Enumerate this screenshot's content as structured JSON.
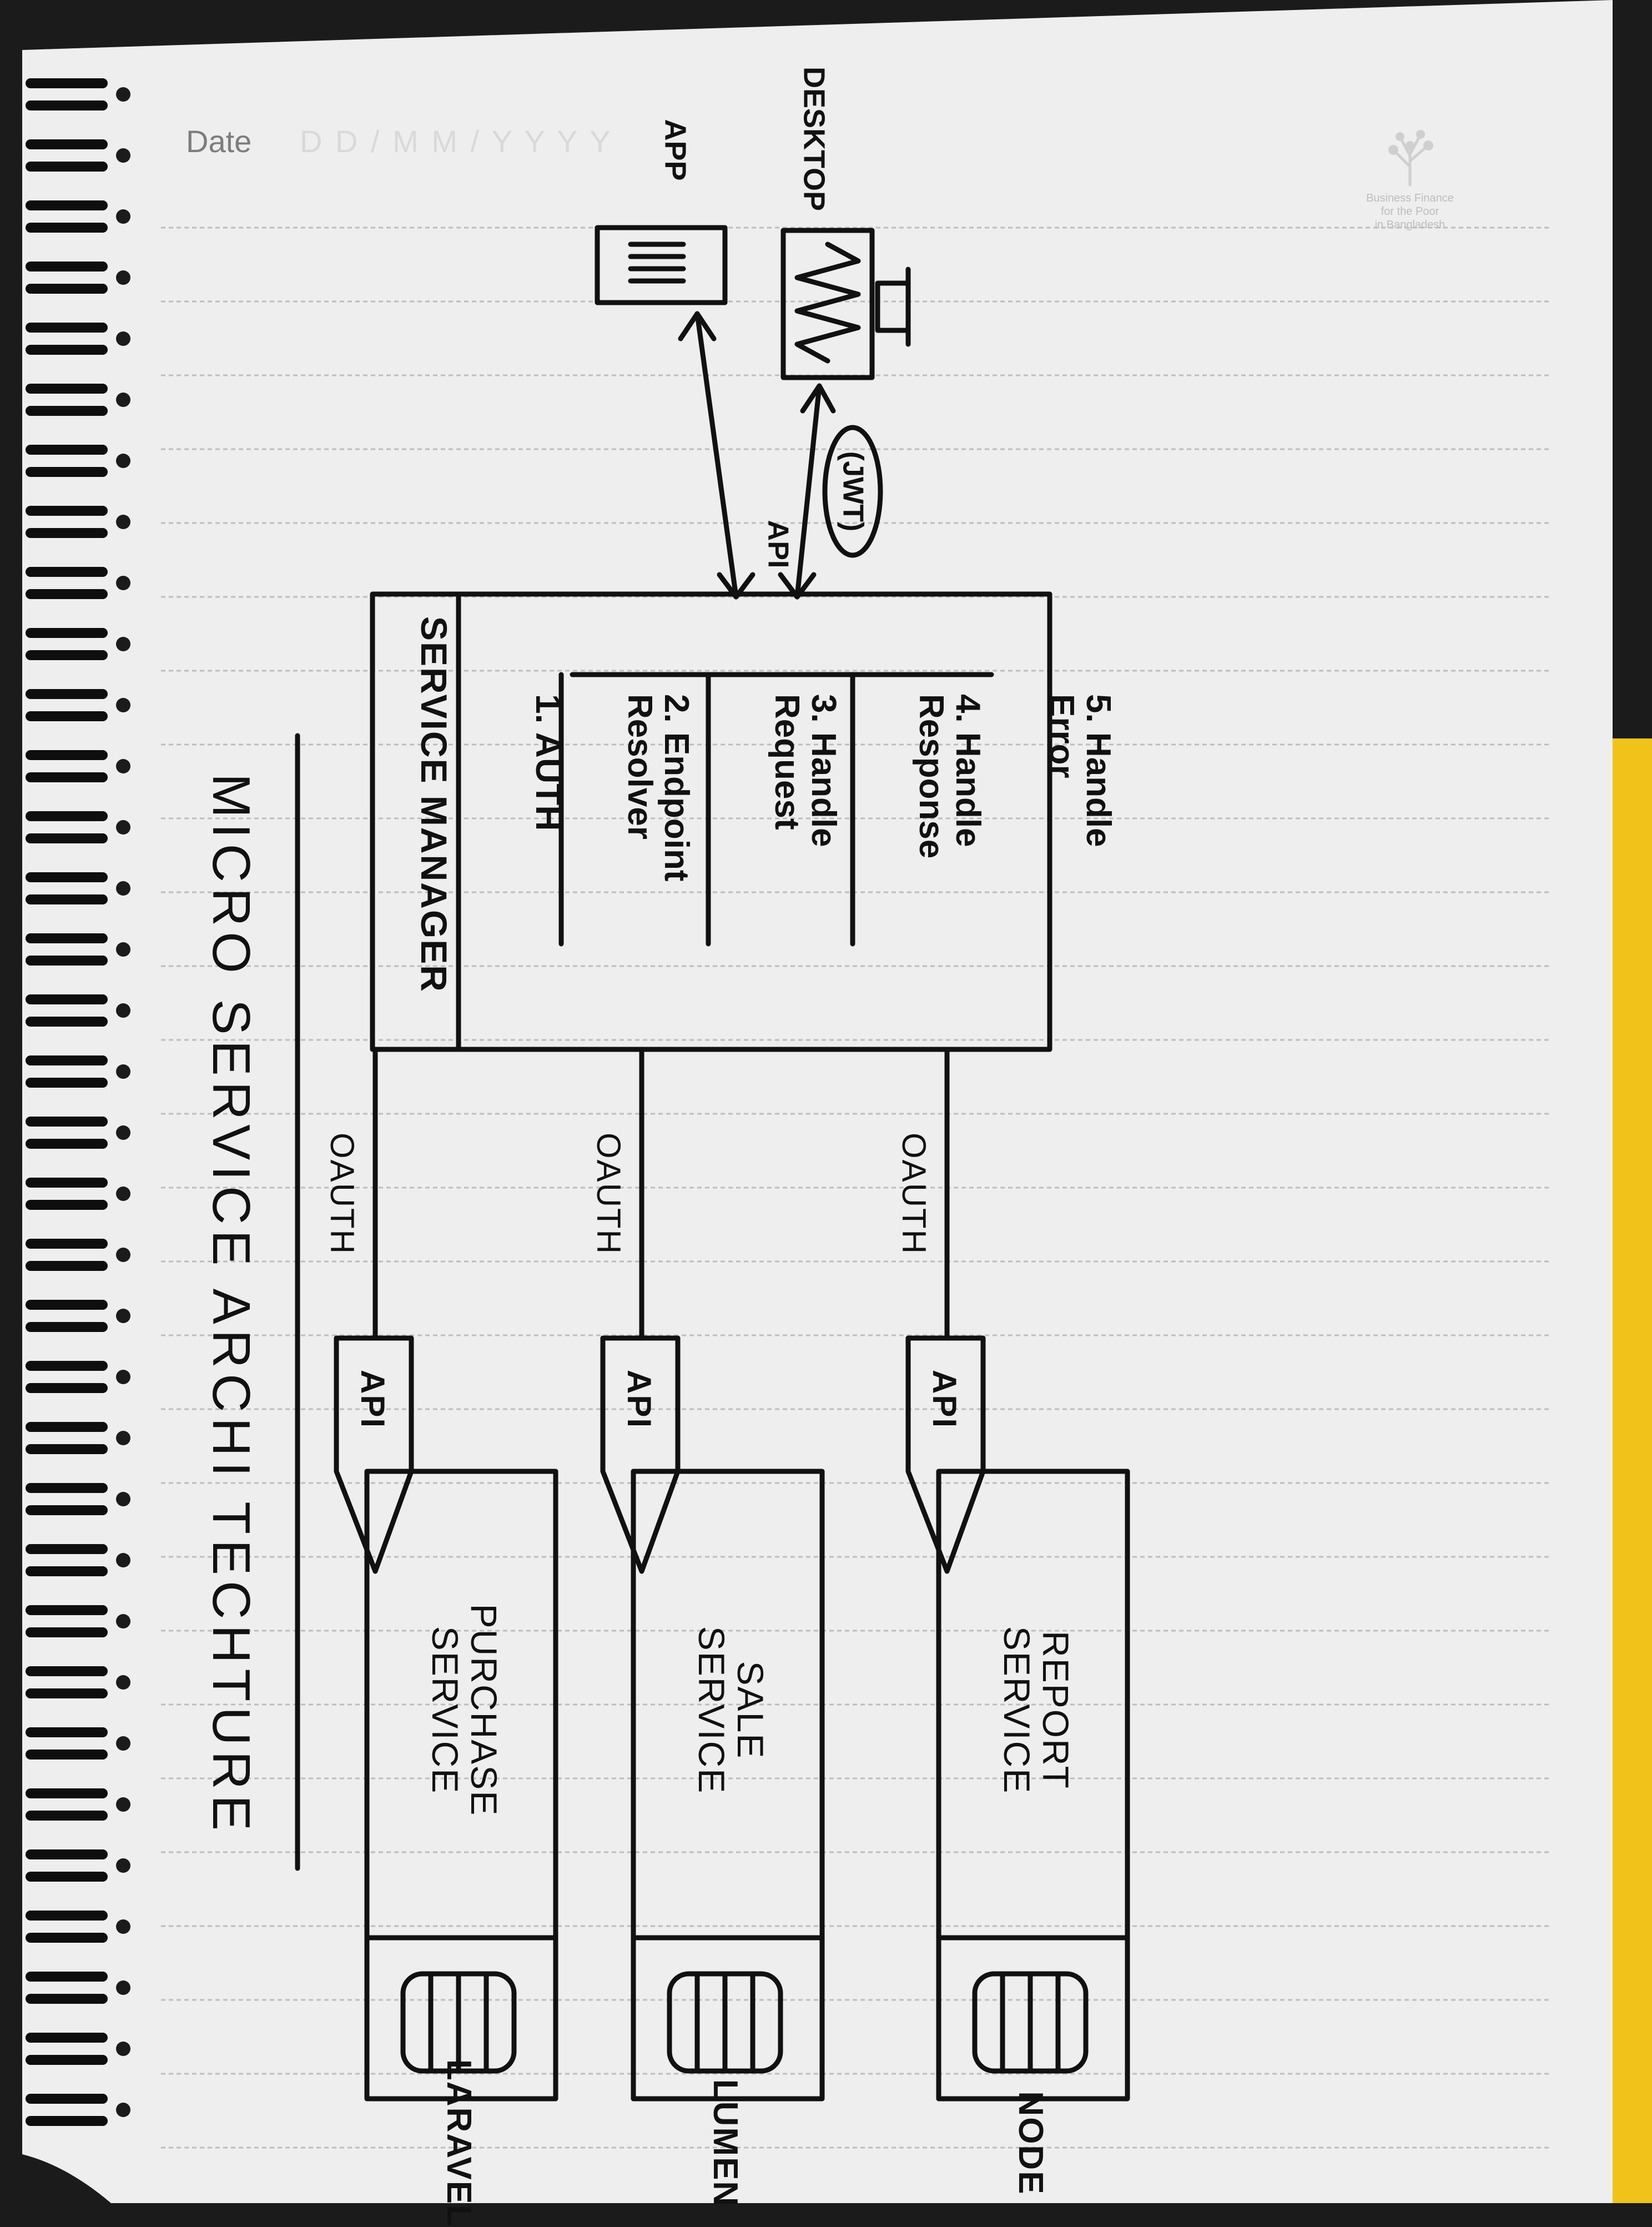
{
  "page": {
    "date_label": "Date",
    "date_placeholder": "D D / M M / Y Y Y Y",
    "logo_text": [
      "Business Finance",
      "for the Poor",
      "in Bangladesh"
    ]
  },
  "diagram": {
    "title": "MICRO SERVICE ARCHI TECHTURE",
    "clients": {
      "app": "APP",
      "desktop": "DESKTOP"
    },
    "client_links": {
      "api": "API",
      "jwt": "(JWT)"
    },
    "service_manager": {
      "title": "SERVICE MANAGER",
      "steps": [
        "1. AUTH",
        "2. Endpoint Resolver",
        "3. Handle Request",
        "4. Handle Response",
        "5. Handle Error"
      ]
    },
    "services": [
      {
        "name": "PURCHASE SERVICE",
        "link": "OAUTH",
        "gateway": "API",
        "tech": "LARAVEL"
      },
      {
        "name": "SALE SERVICE",
        "link": "OAUTH",
        "gateway": "API",
        "tech": "LUMEN"
      },
      {
        "name": "REPORT SERVICE",
        "link": "OAUTH",
        "gateway": "API",
        "tech": "NODE"
      }
    ]
  }
}
